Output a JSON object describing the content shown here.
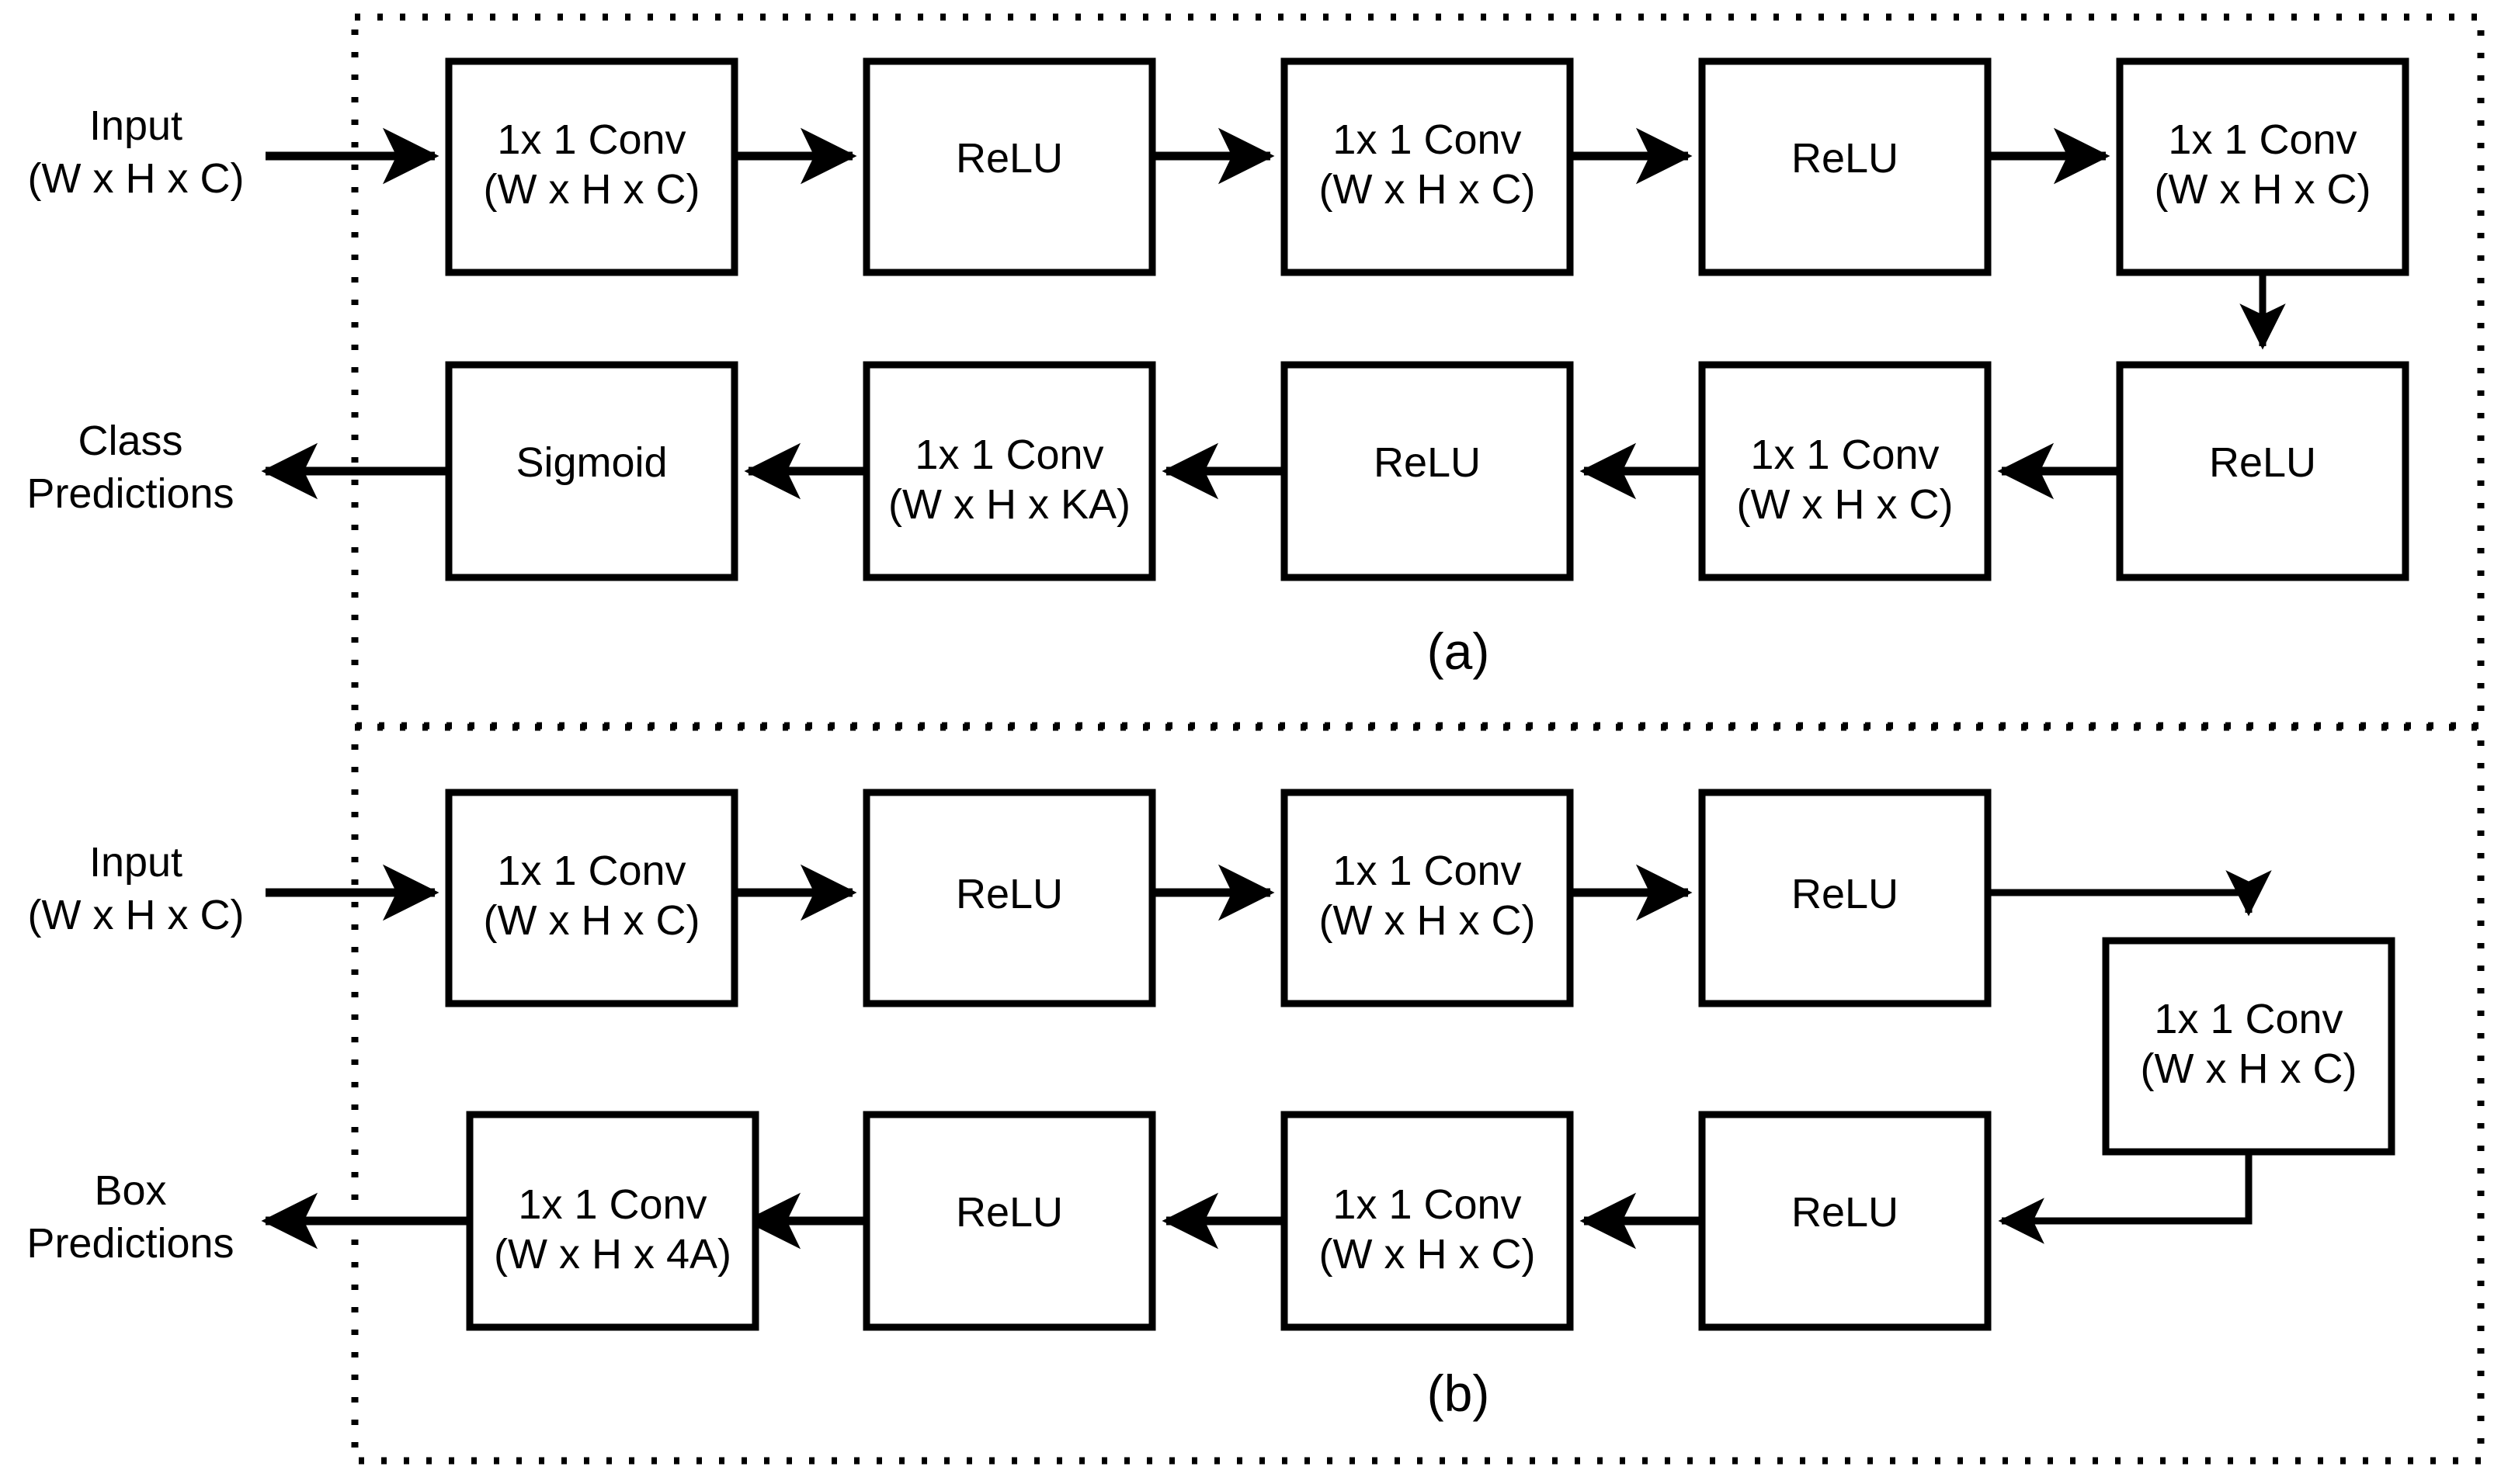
{
  "figure": {
    "background_color": "#ffffff",
    "stroke_color": "#000000",
    "panels": [
      {
        "id": "a",
        "label": "(a)",
        "input_label_line1": "Input",
        "input_label_line2": "(W x H x C)",
        "output_label_line1": "Class",
        "output_label_line2": "Predictions",
        "nodes": [
          {
            "id": "a1",
            "line1": "1x 1 Conv",
            "line2": "(W x H x C)"
          },
          {
            "id": "a2",
            "line1": "ReLU",
            "line2": ""
          },
          {
            "id": "a3",
            "line1": "1x 1 Conv",
            "line2": "(W x H x C)"
          },
          {
            "id": "a4",
            "line1": "ReLU",
            "line2": ""
          },
          {
            "id": "a5",
            "line1": "1x 1 Conv",
            "line2": "(W x H x C)"
          },
          {
            "id": "a6",
            "line1": "ReLU",
            "line2": ""
          },
          {
            "id": "a7",
            "line1": "1x 1 Conv",
            "line2": "(W x H x C)"
          },
          {
            "id": "a8",
            "line1": "ReLU",
            "line2": ""
          },
          {
            "id": "a9",
            "line1": "1x 1 Conv",
            "line2": "(W x H x KA)"
          },
          {
            "id": "a10",
            "line1": "Sigmoid",
            "line2": ""
          }
        ]
      },
      {
        "id": "b",
        "label": "(b)",
        "input_label_line1": "Input",
        "input_label_line2": "(W x H x C)",
        "output_label_line1": "Box",
        "output_label_line2": "Predictions",
        "nodes": [
          {
            "id": "b1",
            "line1": "1x 1 Conv",
            "line2": "(W x H x C)"
          },
          {
            "id": "b2",
            "line1": "ReLU",
            "line2": ""
          },
          {
            "id": "b3",
            "line1": "1x 1 Conv",
            "line2": "(W x H x C)"
          },
          {
            "id": "b4",
            "line1": "ReLU",
            "line2": ""
          },
          {
            "id": "b5",
            "line1": "1x 1 Conv",
            "line2": "(W x H x C)"
          },
          {
            "id": "b6",
            "line1": "ReLU",
            "line2": ""
          },
          {
            "id": "b7",
            "line1": "1x 1 Conv",
            "line2": "(W x H x C)"
          },
          {
            "id": "b8",
            "line1": "ReLU",
            "line2": ""
          },
          {
            "id": "b9",
            "line1": "1x 1 Conv",
            "line2": "(W x H x 4A)"
          }
        ]
      }
    ]
  }
}
